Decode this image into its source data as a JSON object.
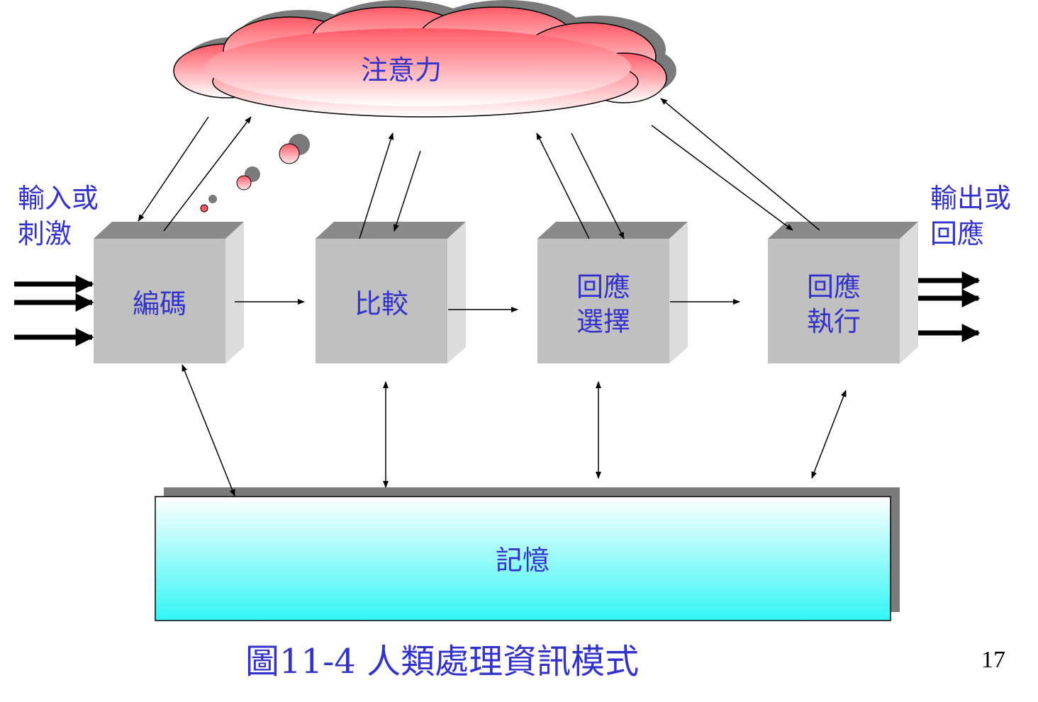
{
  "colors": {
    "text": "#3333cc",
    "box_front": "#c0c0c0",
    "box_top": "#8a8a8a",
    "box_side": "#dcdcdc",
    "cloud_top": "#ff5a66",
    "cloud_bottom": "#ffffff",
    "memory_top": "#ffffff",
    "memory_bottom": "#33f5f5",
    "shadow": "#7a7a7a"
  },
  "attention": {
    "label": "注意力"
  },
  "input": {
    "label_line1": "輸入或",
    "label_line2": "刺激"
  },
  "output": {
    "label_line1": "輸出或",
    "label_line2": "回應"
  },
  "stages": [
    {
      "id": "encoding",
      "line1": "編碼",
      "line2": ""
    },
    {
      "id": "comparison",
      "line1": "比較",
      "line2": ""
    },
    {
      "id": "response-selection",
      "line1": "回應",
      "line2": "選擇"
    },
    {
      "id": "response-execution",
      "line1": "回應",
      "line2": "執行"
    }
  ],
  "memory": {
    "label": "記憶"
  },
  "caption": "圖11-4 人類處理資訊模式",
  "page_number": "17"
}
